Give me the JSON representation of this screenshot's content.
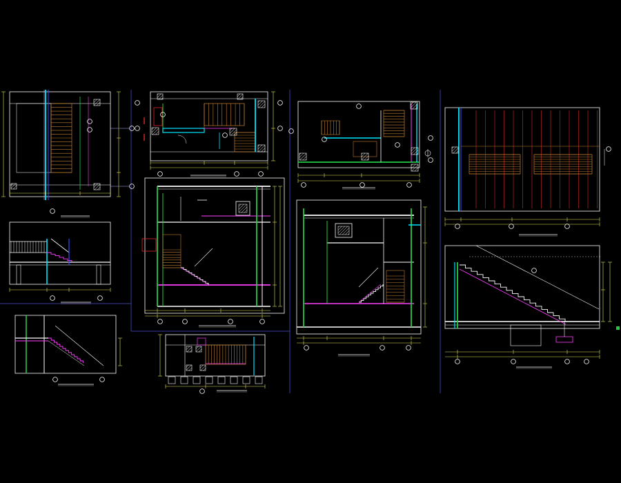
{
  "app": {
    "title": ""
  },
  "colors": {
    "background": "#000000",
    "wall": "#ffffff",
    "dimension": "#e8e85a",
    "green": "#22cc44",
    "cyan": "#00e5ff",
    "magenta": "#ff40ff",
    "red": "#ff3030",
    "orange": "#c08030",
    "blue": "#3050ff",
    "gridline": "#b8b8ff",
    "frame": "#ffffff"
  },
  "sheets": [
    {
      "name": "plan-11-upper",
      "title": ""
    },
    {
      "name": "plan-13",
      "title": ""
    },
    {
      "name": "plan-15",
      "title": ""
    },
    {
      "name": "plan-17",
      "title": ""
    },
    {
      "name": "section-11",
      "title": ""
    },
    {
      "name": "section-13",
      "title": ""
    },
    {
      "name": "section-15",
      "title": ""
    },
    {
      "name": "section-17",
      "title": ""
    },
    {
      "name": "section-14",
      "title": ""
    },
    {
      "name": "plan-14",
      "title": ""
    }
  ],
  "section_tags": {
    "red": "",
    "magenta": ""
  },
  "icons": [
    "north-arrow-icon",
    "grid-bubble-icon",
    "section-mark-icon",
    "column-hatch-icon"
  ]
}
